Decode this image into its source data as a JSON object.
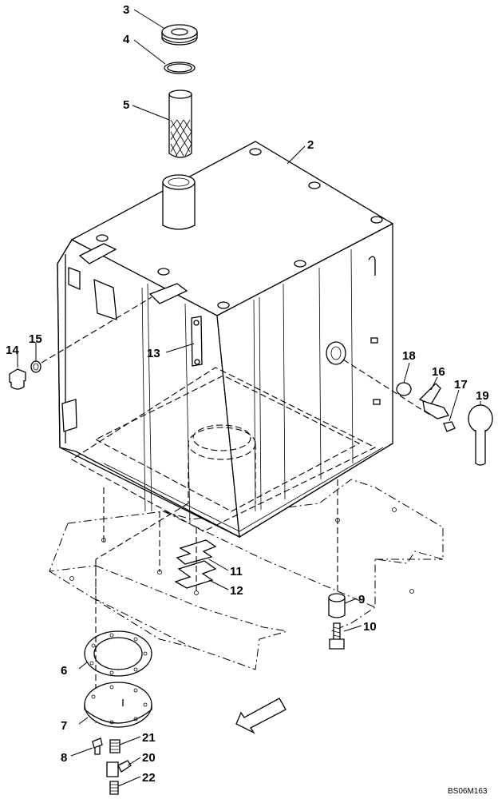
{
  "diagram": {
    "drawing_code": "BS06M163",
    "callouts": [
      {
        "id": "c2",
        "text": "2"
      },
      {
        "id": "c3",
        "text": "3"
      },
      {
        "id": "c4",
        "text": "4"
      },
      {
        "id": "c5",
        "text": "5"
      },
      {
        "id": "c6",
        "text": "6"
      },
      {
        "id": "c7",
        "text": "7"
      },
      {
        "id": "c8",
        "text": "8"
      },
      {
        "id": "c9",
        "text": "9"
      },
      {
        "id": "c10",
        "text": "10"
      },
      {
        "id": "c11",
        "text": "11"
      },
      {
        "id": "c12",
        "text": "12"
      },
      {
        "id": "c13",
        "text": "13"
      },
      {
        "id": "c14",
        "text": "14"
      },
      {
        "id": "c15",
        "text": "15"
      },
      {
        "id": "c16",
        "text": "16"
      },
      {
        "id": "c17",
        "text": "17"
      },
      {
        "id": "c18",
        "text": "18"
      },
      {
        "id": "c19",
        "text": "19"
      },
      {
        "id": "c20",
        "text": "20"
      },
      {
        "id": "c21",
        "text": "21"
      },
      {
        "id": "c22",
        "text": "22"
      }
    ]
  }
}
